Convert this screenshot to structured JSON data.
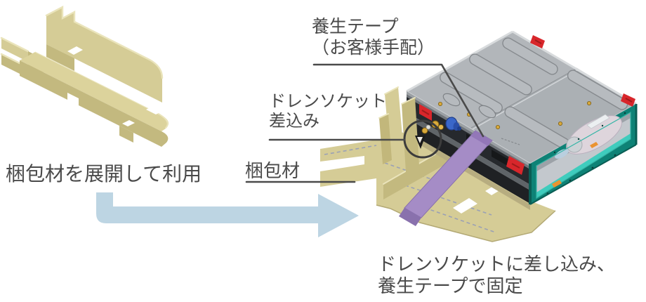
{
  "figure": {
    "type": "installation-instruction-diagram",
    "labels": {
      "tape": [
        "養生テープ",
        "（お客様手配）"
      ],
      "drain_socket": [
        "ドレンソケット",
        "差込み"
      ],
      "unfold_note": "梱包材を展開して利用",
      "packing_material": "梱包材",
      "caption": [
        "ドレンソケットに差し込み、",
        "養生テープで固定"
      ]
    }
  },
  "colors": {
    "background": "#ffffff",
    "text": "#4a4a4a",
    "leader": "#4a4a4a",
    "cardboard": "#d5cc96",
    "cardboard_light": "#eae4bb",
    "cardboard_mid": "#c3b97f",
    "cardboard_floor": "#dcd39c",
    "cardboard_dark": "#b3a975",
    "arrow": "#bdd5e3",
    "unit_top": "#b2b6ba",
    "unit_top2": "#abb0b4",
    "unit_front_dark": "#26292d",
    "teal_frame": "#0e8276",
    "teal_bright": "#3fccbd",
    "interior": "#c3c8cd",
    "fan": "#ded5dc",
    "red_clip": "#d8262b",
    "red_dark": "#9e1b1b",
    "tape_purple": "#a58cc6",
    "tape_purple_dark": "#8971ad",
    "socket_blue": "#3a67c9",
    "socket_gold": "#d9a93a",
    "fold_line": "#9aa0b5",
    "annotation_circle": "#3c3c3c"
  }
}
